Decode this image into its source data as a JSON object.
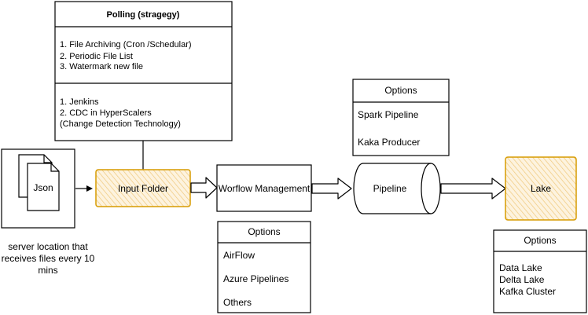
{
  "polling": {
    "title": "Polling (stragegy)",
    "list1": [
      "1. File Archiving (Cron /Schedular)",
      "2. Periodic File List",
      "3. Watermark new file"
    ],
    "list2": [
      "1. Jenkins",
      "2. CDC in HyperScalers",
      "(Change Detection Technology)"
    ]
  },
  "source": {
    "file_label": "Json",
    "caption": [
      "server location that",
      "receives files every 10",
      "mins"
    ]
  },
  "nodes": {
    "input_folder": "Input Folder",
    "workflow": "Worflow Management",
    "pipeline": "Pipeline",
    "lake": "Lake"
  },
  "pipeline_options": {
    "title": "Options",
    "items": [
      "Spark Pipeline",
      "Kaka Producer"
    ]
  },
  "workflow_options": {
    "title": "Options",
    "items": [
      "AirFlow",
      "Azure Pipelines",
      "Others"
    ]
  },
  "lake_options": {
    "title": "Options",
    "items": [
      "Data Lake",
      "Delta Lake",
      "Kafka Cluster"
    ]
  },
  "colors": {
    "highlight_stroke": "#d79b00",
    "highlight_fill": "#f5d9a3"
  }
}
